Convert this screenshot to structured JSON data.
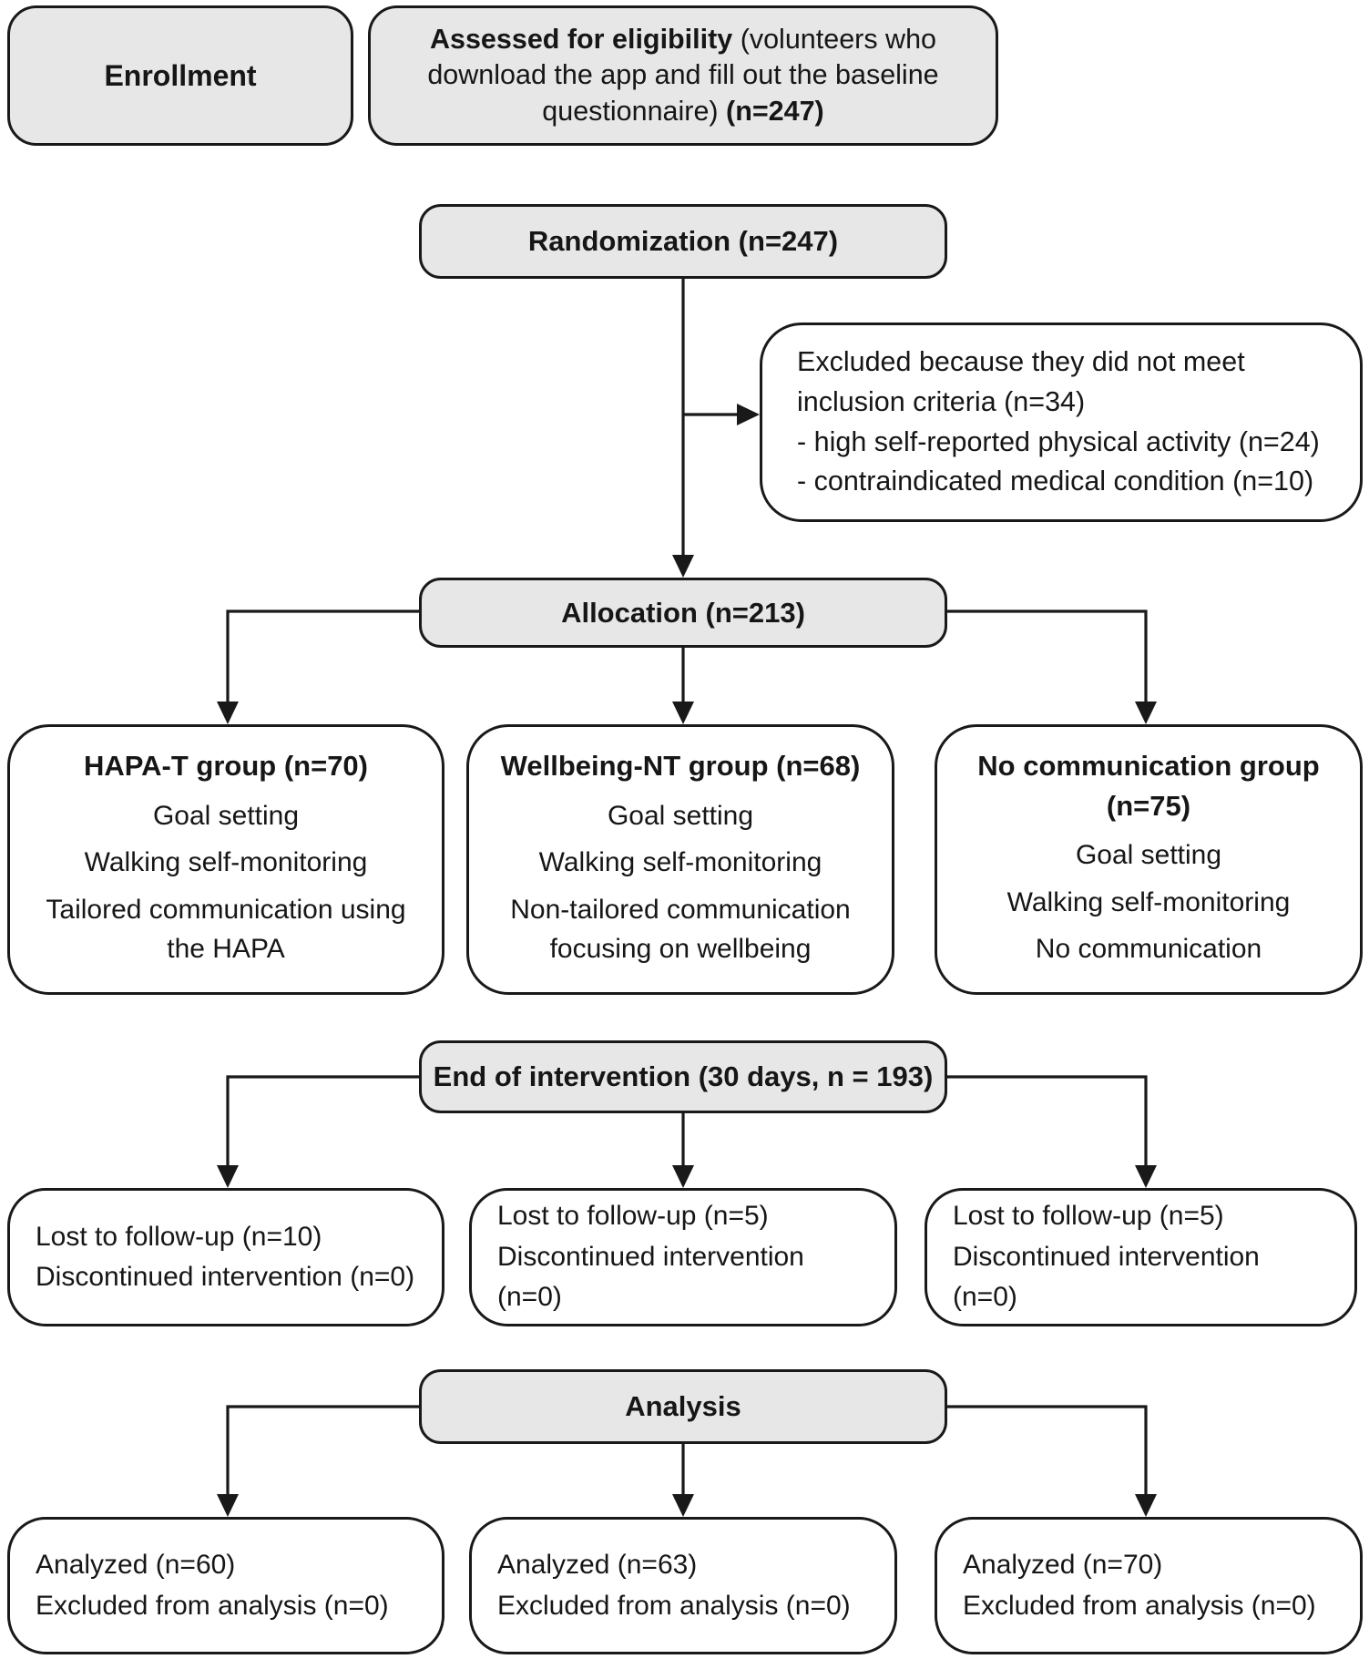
{
  "colors": {
    "shaded_box_fill": "#e7e7e7",
    "plain_box_fill": "#ffffff",
    "border": "#191919",
    "text": "#161616"
  },
  "flowchart": {
    "enrollment": {
      "label": "Enrollment"
    },
    "eligibility": {
      "lead_bold": "Assessed for eligibility",
      "body": " (volunteers who download the app and fill out the baseline questionnaire) ",
      "n_bold": "(n=247)"
    },
    "randomization": {
      "label": "Randomization (n=247)"
    },
    "excluded": {
      "line1": "Excluded because they did not meet inclusion criteria (n=34)",
      "line2": "- high self-reported physical activity (n=24)",
      "line3": "- contraindicated medical condition (n=10)"
    },
    "allocation": {
      "label": "Allocation (n=213)"
    },
    "groups": [
      {
        "title": "HAPA-T group (n=70)",
        "items": [
          "Goal setting",
          "Walking self-monitoring",
          "Tailored communication using the HAPA"
        ]
      },
      {
        "title": "Wellbeing-NT group (n=68)",
        "items": [
          "Goal setting",
          "Walking self-monitoring",
          "Non-tailored communication focusing on wellbeing"
        ]
      },
      {
        "title": "No communication group (n=75)",
        "items": [
          "Goal setting",
          "Walking self-monitoring",
          "No communication"
        ]
      }
    ],
    "end_of_intervention": {
      "label": "End of intervention (30 days, n = 193)"
    },
    "followup": [
      {
        "line1": "Lost to follow-up (n=10)",
        "line2": "Discontinued intervention (n=0)"
      },
      {
        "line1": "Lost to follow-up (n=5)",
        "line2": "Discontinued intervention (n=0)"
      },
      {
        "line1": "Lost to follow-up (n=5)",
        "line2": "Discontinued intervention (n=0)"
      }
    ],
    "analysis": {
      "label": "Analysis"
    },
    "analyzed": [
      {
        "line1": "Analyzed (n=60)",
        "line2": "Excluded from analysis (n=0)"
      },
      {
        "line1": "Analyzed (n=63)",
        "line2": "Excluded from analysis (n=0)"
      },
      {
        "line1": "Analyzed (n=70)",
        "line2": "Excluded from analysis (n=0)"
      }
    ]
  }
}
